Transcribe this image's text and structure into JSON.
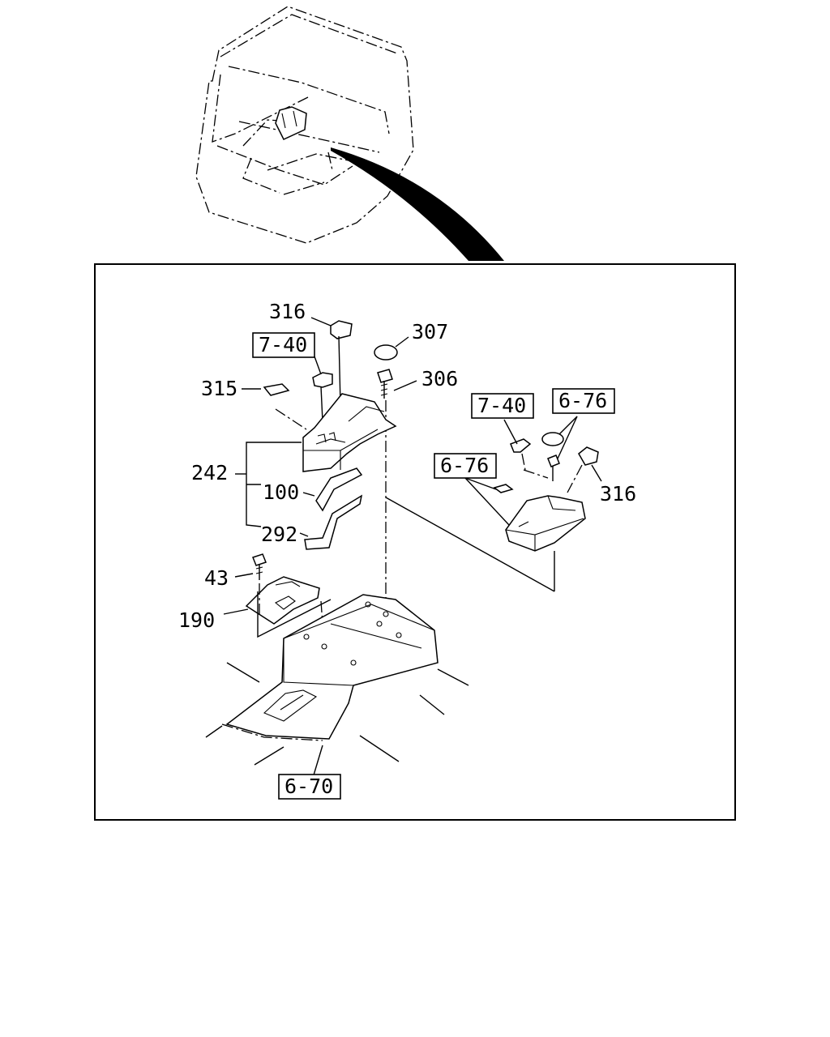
{
  "labels": {
    "p316_top": "316",
    "p307": "307",
    "p306": "306",
    "p315": "315",
    "p242": "242",
    "p100": "100",
    "p292": "292",
    "p43": "43",
    "p190": "190",
    "p316_right": "316"
  },
  "refs": {
    "r740_left": "7-40",
    "r740_right": "7-40",
    "r676_top": "6-76",
    "r676_mid": "6-76",
    "r670": "6-70"
  }
}
